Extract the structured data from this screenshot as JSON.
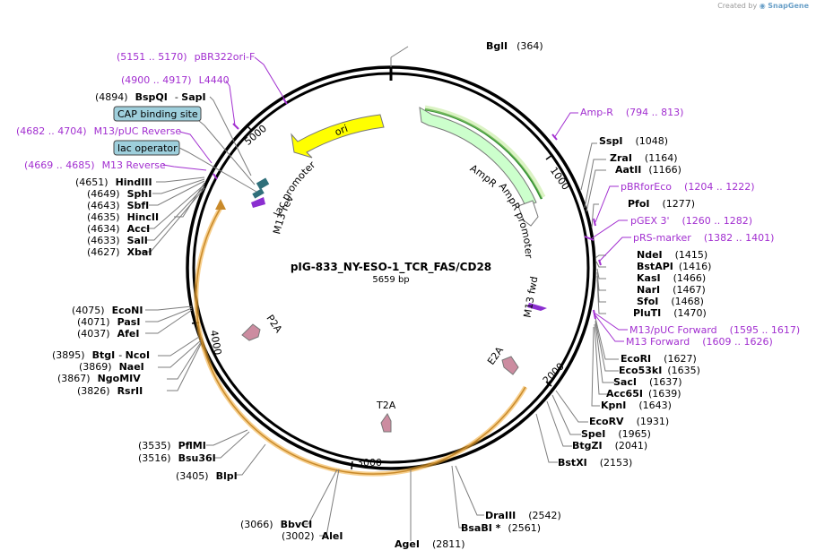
{
  "credit": {
    "prefix": "Created by",
    "brand": "SnapGene"
  },
  "plasmid": {
    "name": "pIG-833_NY-ESO-1_TCR_FAS/CD28",
    "size": "5659 bp",
    "length": 5659
  },
  "ticks": [
    "1000",
    "2000",
    "3000",
    "4000",
    "5000"
  ],
  "colors": {
    "primer": "#a22fd0",
    "ori": "#ffff00",
    "ampr": "#ccffcc",
    "cds": "#f0a830",
    "box": "#9ecfdc",
    "arrow": "#cc8ca0"
  },
  "features": {
    "ori": "ori",
    "ampr": "AmpR",
    "ampr_promoter": "AmpR promoter",
    "lac_promoter": "lac promoter",
    "m13_rev": "M13 rev",
    "m13_fwd": "M13 fwd",
    "p2a": "P2A",
    "e2a": "E2A",
    "t2a": "T2A",
    "cap_box": "CAP binding site",
    "lac_operator_box": "lac operator"
  },
  "sites": [
    {
      "name": "BglI",
      "pos": "(364)"
    },
    {
      "name": "SspI",
      "pos": "(1048)"
    },
    {
      "name": "ZraI",
      "pos": "(1164)"
    },
    {
      "name": "AatII",
      "pos": "(1166)"
    },
    {
      "name": "PfoI",
      "pos": "(1277)"
    },
    {
      "name": "NdeI",
      "pos": "(1415)"
    },
    {
      "name": "BstAPI",
      "pos": "(1416)"
    },
    {
      "name": "KasI",
      "pos": "(1466)"
    },
    {
      "name": "NarI",
      "pos": "(1467)"
    },
    {
      "name": "SfoI",
      "pos": "(1468)"
    },
    {
      "name": "PluTI",
      "pos": "(1470)"
    },
    {
      "name": "EcoRI",
      "pos": "(1627)"
    },
    {
      "name": "Eco53kI",
      "pos": "(1635)"
    },
    {
      "name": "SacI",
      "pos": "(1637)"
    },
    {
      "name": "Acc65I",
      "pos": "(1639)"
    },
    {
      "name": "KpnI",
      "pos": "(1643)"
    },
    {
      "name": "EcoRV",
      "pos": "(1931)"
    },
    {
      "name": "SpeI",
      "pos": "(1965)"
    },
    {
      "name": "BtgZI",
      "pos": "(2041)"
    },
    {
      "name": "BstXI",
      "pos": "(2153)"
    },
    {
      "name": "DraIII",
      "pos": "(2542)"
    },
    {
      "name": "BsaBI *",
      "pos": "(2561)"
    },
    {
      "name": "AgeI",
      "pos": "(2811)"
    },
    {
      "name": "BbvCI",
      "pos": "(3066)"
    },
    {
      "name": "AleI",
      "pos": "(3002)"
    },
    {
      "name": "BlpI",
      "pos": "(3405)"
    },
    {
      "name": "PflMI",
      "pos": "(3535)"
    },
    {
      "name": "Bsu36I",
      "pos": "(3516)"
    },
    {
      "name": "BtgI",
      "pos": "(3895)"
    },
    {
      "name": "NcoI",
      "pos": ""
    },
    {
      "name": "NaeI",
      "pos": "(3869)"
    },
    {
      "name": "NgoMIV",
      "pos": "(3867)"
    },
    {
      "name": "RsrII",
      "pos": "(3826)"
    },
    {
      "name": "EcoNI",
      "pos": "(4075)"
    },
    {
      "name": "PasI",
      "pos": "(4071)"
    },
    {
      "name": "AfeI",
      "pos": "(4037)"
    },
    {
      "name": "HindIII",
      "pos": "(4651)"
    },
    {
      "name": "SphI",
      "pos": "(4649)"
    },
    {
      "name": "SbfI",
      "pos": "(4643)"
    },
    {
      "name": "HincII",
      "pos": "(4635)"
    },
    {
      "name": "AccI",
      "pos": "(4634)"
    },
    {
      "name": "SalI",
      "pos": "(4633)"
    },
    {
      "name": "XbaI",
      "pos": "(4627)"
    },
    {
      "name": "BspQI",
      "pos": "(4894)"
    },
    {
      "name": "SapI",
      "pos": ""
    }
  ],
  "primers": [
    {
      "name": "Amp-R",
      "range": "(794 .. 813)"
    },
    {
      "name": "pBRforEco",
      "range": "(1204 .. 1222)"
    },
    {
      "name": "pGEX 3'",
      "range": "(1260 .. 1282)"
    },
    {
      "name": "pRS-marker",
      "range": "(1382 .. 1401)"
    },
    {
      "name": "M13/pUC Forward",
      "range": "(1595 .. 1617)"
    },
    {
      "name": "M13 Forward",
      "range": "(1609 .. 1626)"
    },
    {
      "name": "pBR322ori-F",
      "range": "(5151 .. 5170)"
    },
    {
      "name": "L4440",
      "range": "(4900 .. 4917)"
    },
    {
      "name": "M13/pUC Reverse",
      "range": "(4682 .. 4704)"
    },
    {
      "name": "M13 Reverse",
      "range": "(4669 .. 4685)"
    }
  ]
}
